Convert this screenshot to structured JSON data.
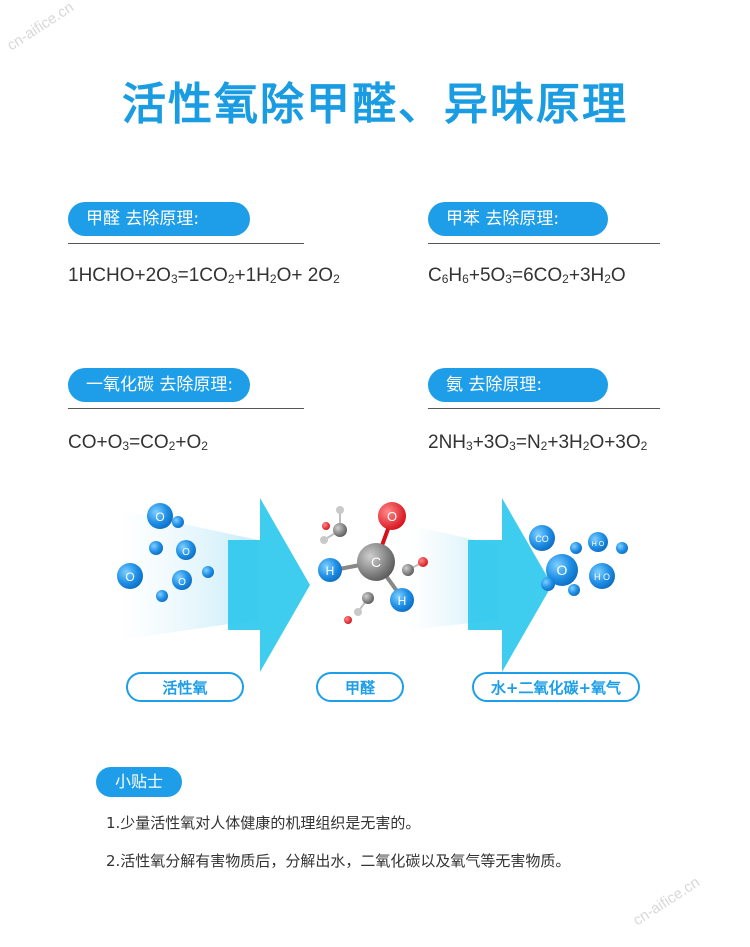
{
  "watermark": "cn-aifice.cn",
  "title": "活性氧除甲醛、异味原理",
  "sections": [
    {
      "label": "甲醛 去除原理:",
      "equation": [
        {
          "t": "1HCHO+2O"
        },
        {
          "s": "3"
        },
        {
          "t": "=1CO"
        },
        {
          "s": "2"
        },
        {
          "t": "+1H"
        },
        {
          "s": "2"
        },
        {
          "t": "O+ 2O"
        },
        {
          "s": "2"
        }
      ]
    },
    {
      "label": "甲苯 去除原理:",
      "equation": [
        {
          "t": "C"
        },
        {
          "s": "6"
        },
        {
          "t": "H"
        },
        {
          "s": "6"
        },
        {
          "t": "+5O"
        },
        {
          "s": "3"
        },
        {
          "t": "=6CO"
        },
        {
          "s": "2"
        },
        {
          "t": "+3H"
        },
        {
          "s": "2"
        },
        {
          "t": "O"
        }
      ]
    },
    {
      "label": "一氧化碳 去除原理:",
      "equation": [
        {
          "t": "CO+O"
        },
        {
          "s": "3"
        },
        {
          "t": "=CO"
        },
        {
          "s": "2"
        },
        {
          "t": "+O"
        },
        {
          "s": "2"
        }
      ]
    },
    {
      "label": "氨 去除原理:",
      "equation": [
        {
          "t": "2NH"
        },
        {
          "s": "3"
        },
        {
          "t": "+3O"
        },
        {
          "s": "3"
        },
        {
          "t": "=N"
        },
        {
          "s": "2"
        },
        {
          "t": "+3H"
        },
        {
          "s": "2"
        },
        {
          "t": "O+3O"
        },
        {
          "s": "2"
        }
      ]
    }
  ],
  "diagram": {
    "labels": [
      "活性氧",
      "甲醛",
      "水+二氧化碳+氧气"
    ],
    "atoms": {
      "ozone": "O",
      "carbon": "C",
      "oxygen": "O",
      "hydrogen": "H"
    },
    "products": {
      "co2": "CO",
      "o2": "O",
      "h2o": "H O"
    }
  },
  "tips": {
    "label": "小贴士",
    "items": [
      "1.少量活性氧对人体健康的机理组织是无害的。",
      "2.活性氧分解有害物质后，分解出水，二氧化碳以及氧气等无害物质。"
    ]
  },
  "colors": {
    "accent": "#1e9ee8",
    "title": "#1a9ce3",
    "arrow": "#2ec8ee"
  }
}
